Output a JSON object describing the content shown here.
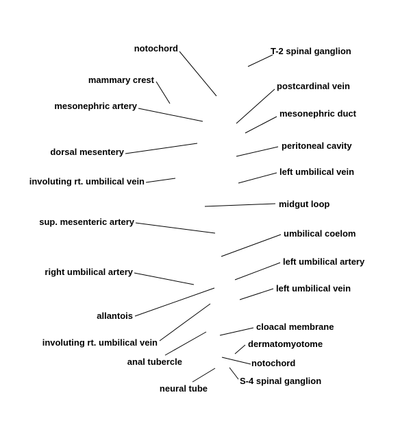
{
  "colors": {
    "text": "#000000",
    "line": "#000000",
    "background": "#ffffff"
  },
  "labels": {
    "notochord_top": "notochord",
    "t2_spinal_ganglion": "T-2 spinal ganglion",
    "mammary_crest": "mammary crest",
    "postcardinal_vein": "postcardinal vein",
    "mesonephric_artery": "mesonephric artery",
    "mesonephric_duct": "mesonephric duct",
    "peritoneal_cavity": "peritoneal cavity",
    "dorsal_mesentery": "dorsal mesentery",
    "left_umbilical_vein_top": "left umbilical vein",
    "involuting_rt_umbilical_vein_top": "involuting rt. umbilical vein",
    "midgut_loop": "midgut loop",
    "sup_mesenteric_artery": "sup. mesenteric artery",
    "umbilical_coelom": "umbilical coelom",
    "left_umbilical_artery": "left umbilical artery",
    "right_umbilical_artery": "right umbilical artery",
    "left_umbilical_vein_bottom": "left umbilical vein",
    "allantois": "allantois",
    "cloacal_membrane": "cloacal membrane",
    "involuting_rt_umbilical_vein_bottom": "involuting rt. umbilical vein",
    "dermatomyotome": "dermatomyotome",
    "anal_tubercle": "anal tubercle",
    "notochord_bottom": "notochord",
    "s4_spinal_ganglion": "S-4 spinal ganglion",
    "neural_tube": "neural tube"
  }
}
